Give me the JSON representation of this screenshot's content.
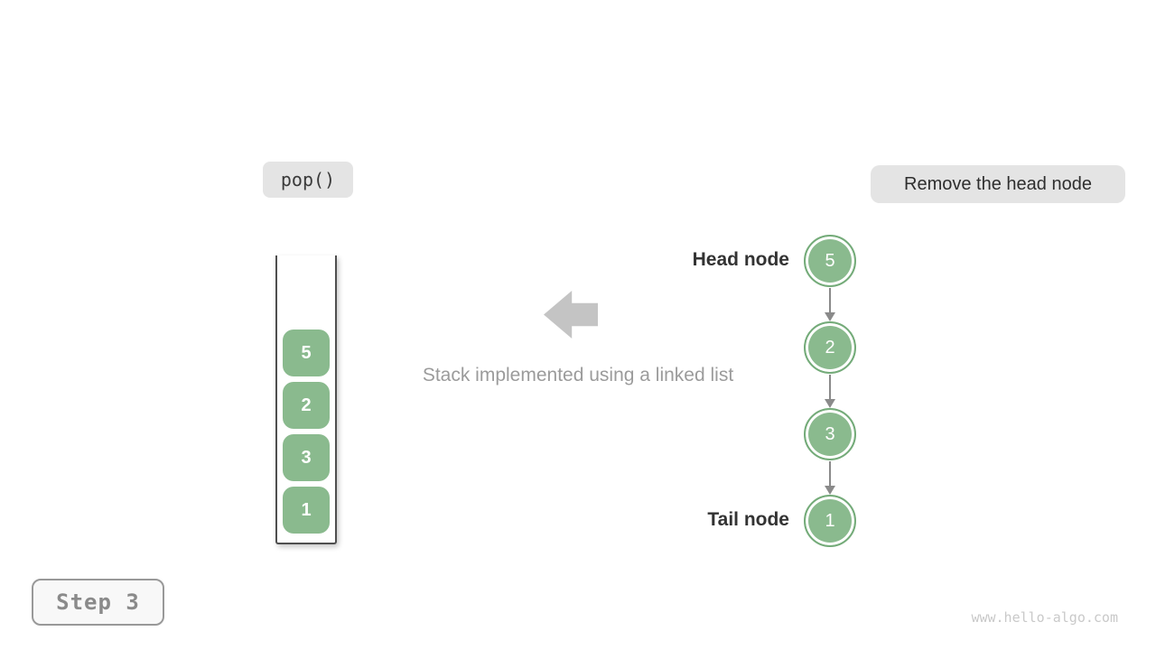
{
  "labels": {
    "operation": "pop()",
    "description": "Remove the head node",
    "caption": "Stack implemented using a linked list",
    "head_node": "Head node",
    "tail_node": "Tail node",
    "step": "Step 3",
    "watermark": "www.hello-algo.com"
  },
  "stack": {
    "items": [
      "5",
      "2",
      "3",
      "1"
    ]
  },
  "linked_list": {
    "nodes": [
      "5",
      "2",
      "3",
      "1"
    ]
  },
  "icons": {
    "big_arrow": "left-block-arrow",
    "connector": "down-arrow"
  },
  "colors": {
    "node_green_fill": "#8aba8e",
    "node_green_border": "#74ab79",
    "pill_bg": "#e4e4e4",
    "big_arrow_gray": "#c4c4c4",
    "connector_gray": "#8a8a8a",
    "text_dark": "#333333",
    "caption_gray": "#9b9b9b",
    "step_text_gray": "#8a8a8a",
    "watermark_gray": "#c9c9c9",
    "container_border": "#4f4f4f"
  }
}
